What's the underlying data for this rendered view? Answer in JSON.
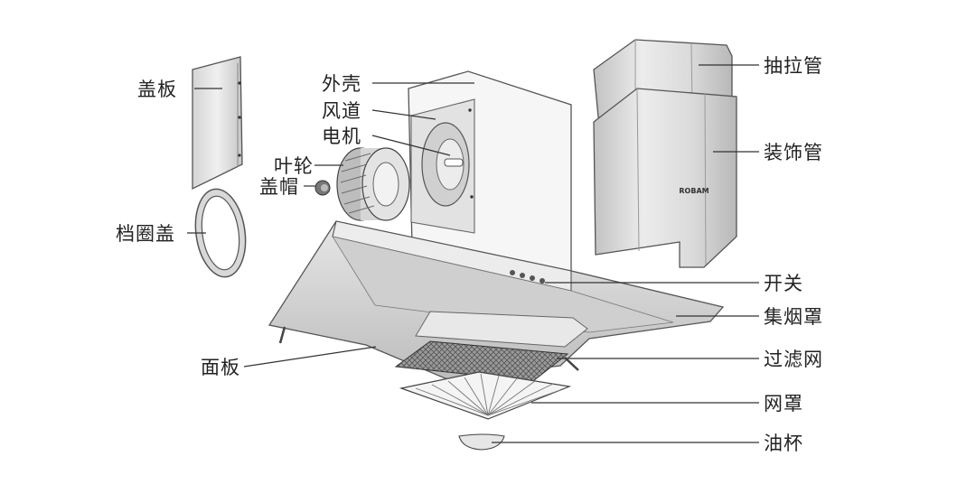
{
  "brand": "ROBAM",
  "labels": {
    "cover_plate": "盖板",
    "ring_cover": "档圈盖",
    "impeller": "叶轮",
    "cap": "盖帽",
    "shell": "外壳",
    "duct": "风道",
    "motor": "电机",
    "pull_pipe": "抽拉管",
    "decor_pipe": "装饰管",
    "switch": "开关",
    "hood": "集烟罩",
    "panel": "面板",
    "filter": "过滤网",
    "mesh_cover": "网罩",
    "oil_cup": "油杯"
  }
}
